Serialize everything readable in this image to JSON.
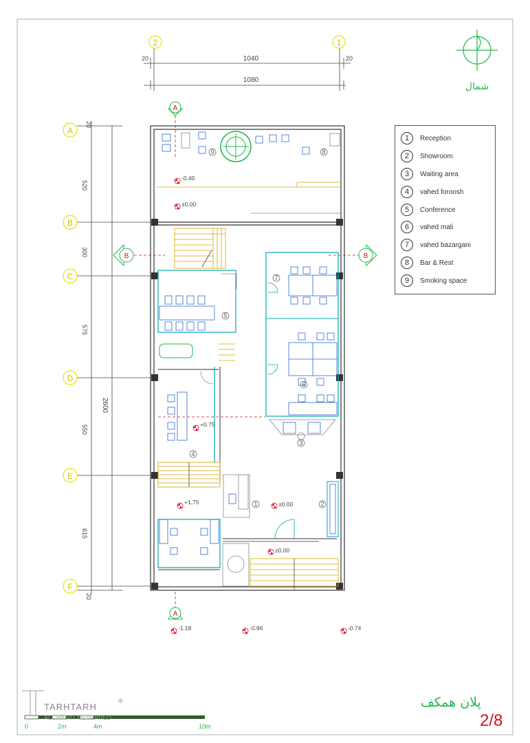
{
  "axes_x": [
    {
      "label": "2"
    },
    {
      "label": "1"
    }
  ],
  "dims_top": {
    "left_margin": "20",
    "span": "1040",
    "right_margin": "20",
    "total": "1080"
  },
  "axes_y": [
    {
      "label": "A"
    },
    {
      "label": "B"
    },
    {
      "label": "C"
    },
    {
      "label": "D"
    },
    {
      "label": "E"
    },
    {
      "label": "F"
    }
  ],
  "dims_left": [
    "20",
    "520",
    "300",
    "575",
    "550",
    "615",
    "20"
  ],
  "dim_total_height": "2600",
  "section_marks": {
    "a": "A",
    "b": "B"
  },
  "levels": {
    "l1": "-0.40",
    "l2": "±0.00",
    "l3": "+0.75",
    "l4": "+1.75",
    "l5": "±0.00",
    "l6": "±0.00",
    "l7": "-1.18",
    "l8": "-0.96",
    "l9": "-0.74"
  },
  "room_tags": [
    "1",
    "2",
    "3",
    "4",
    "5",
    "6",
    "7",
    "8",
    "9"
  ],
  "legend": [
    {
      "num": "1",
      "label": "Reception"
    },
    {
      "num": "2",
      "label": "Showroom"
    },
    {
      "num": "3",
      "label": "Waiting area"
    },
    {
      "num": "4",
      "label": "vahed foroosh"
    },
    {
      "num": "5",
      "label": "Conference"
    },
    {
      "num": "6",
      "label": "vahed mali"
    },
    {
      "num": "7",
      "label": "vahed bazargani"
    },
    {
      "num": "8",
      "label": "Bar & Rest"
    },
    {
      "num": "9",
      "label": "Smoking space"
    }
  ],
  "scale_bar": {
    "t0": "0",
    "t1": "2m",
    "t2": "4m",
    "t3": "10m"
  },
  "brand": "TARHTARH",
  "rights": "ALL RIGHT RESERVED",
  "reg_mark": "®",
  "plan_title": "پلان همکف",
  "sheet_number": "2/8",
  "north_label": "شمال",
  "colors": {
    "axis": "#e6e600",
    "dim": "#444444",
    "wall": "#333333",
    "glass": "#00a8b8",
    "level": "#d0102a",
    "accent_green": "#1fb84a",
    "stair": "#d9a400"
  }
}
